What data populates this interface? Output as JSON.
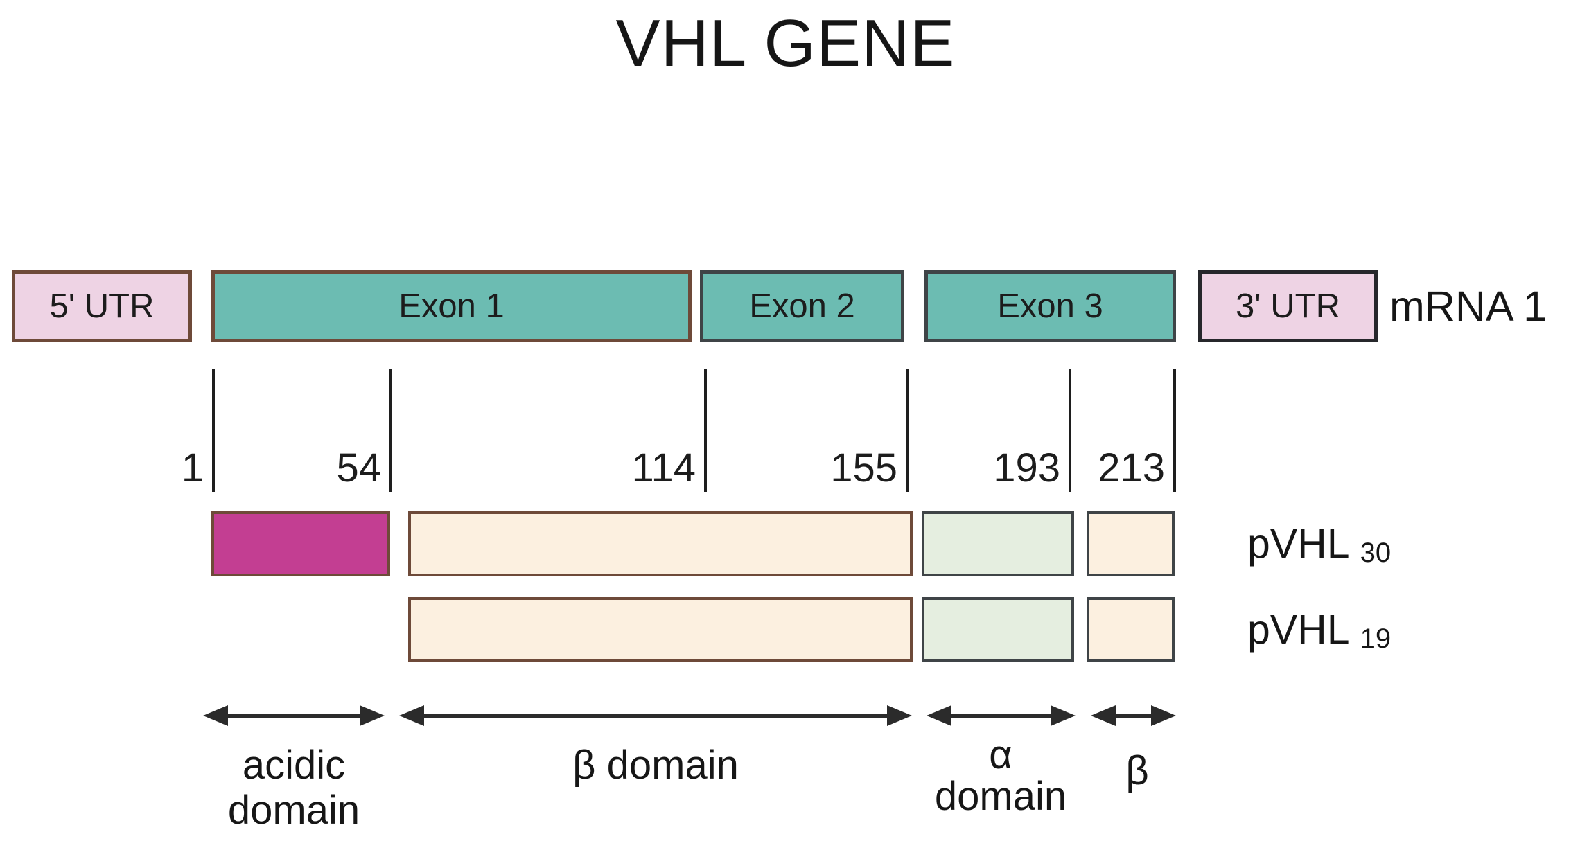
{
  "title": "VHL GENE",
  "mrna": {
    "label": "mRNA 1",
    "segments": [
      {
        "id": "utr5",
        "label": "5' UTR"
      },
      {
        "id": "exon1",
        "label": "Exon 1"
      },
      {
        "id": "exon2",
        "label": "Exon 2"
      },
      {
        "id": "exon3",
        "label": "Exon 3"
      },
      {
        "id": "utr3",
        "label": "3' UTR"
      }
    ]
  },
  "scale": {
    "positions": [
      "1",
      "54",
      "114",
      "155",
      "193",
      "213"
    ]
  },
  "proteins": [
    {
      "name": "pVHL",
      "isoform": "30"
    },
    {
      "name": "pVHL",
      "isoform": "19"
    }
  ],
  "domains": [
    {
      "id": "acidic",
      "label_lines": [
        "acidic",
        "domain"
      ]
    },
    {
      "id": "beta",
      "label_lines": [
        "β domain"
      ]
    },
    {
      "id": "alpha",
      "label_lines": [
        "α",
        "domain"
      ]
    },
    {
      "id": "beta2",
      "label_lines": [
        "β"
      ]
    }
  ],
  "colors": {
    "exon_fill": "#6cbcb2",
    "utr_fill": "#eed3e4",
    "acidic_fill": "#c33e92",
    "beta_fill": "#fcf0e0",
    "alpha_fill": "#e5eee0",
    "border_brown": "#6e4a39",
    "border_dark": "#3f4447",
    "border_black": "#26272b",
    "arrow": "#2b2b2b",
    "text": "#1c1c1c"
  }
}
